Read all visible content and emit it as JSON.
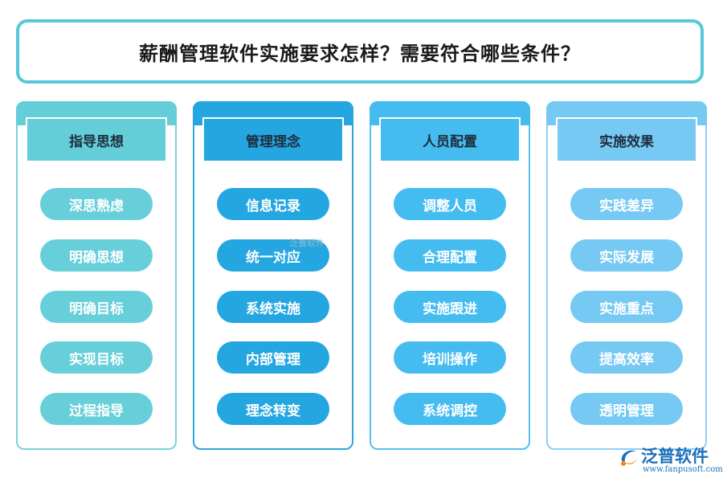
{
  "title": "薪酬管理软件实施要求怎样？需要符合哪些条件？",
  "columns": [
    {
      "header": "指导思想",
      "items": [
        "深思熟虑",
        "明确思想",
        "明确目标",
        "实现目标",
        "过程指导"
      ]
    },
    {
      "header": "管理理念",
      "items": [
        "信息记录",
        "统一对应",
        "系统实施",
        "内部管理",
        "理念转变"
      ]
    },
    {
      "header": "人员配置",
      "items": [
        "调整人员",
        "合理配置",
        "实施跟进",
        "培训操作",
        "系统调控"
      ]
    },
    {
      "header": "实施效果",
      "items": [
        "实践差异",
        "实际发展",
        "实施重点",
        "提高效率",
        "透明管理"
      ]
    }
  ],
  "watermark": "泛普软件",
  "logo": {
    "name": "泛普软件",
    "url": "www.fanpusoft.com"
  },
  "colors": {
    "title_border": "#55c8d8",
    "col1": "#63cdd8",
    "col2": "#24a6e0",
    "col3": "#45bcf0",
    "col4": "#76c9f3",
    "logo": "#1d6fb8"
  }
}
